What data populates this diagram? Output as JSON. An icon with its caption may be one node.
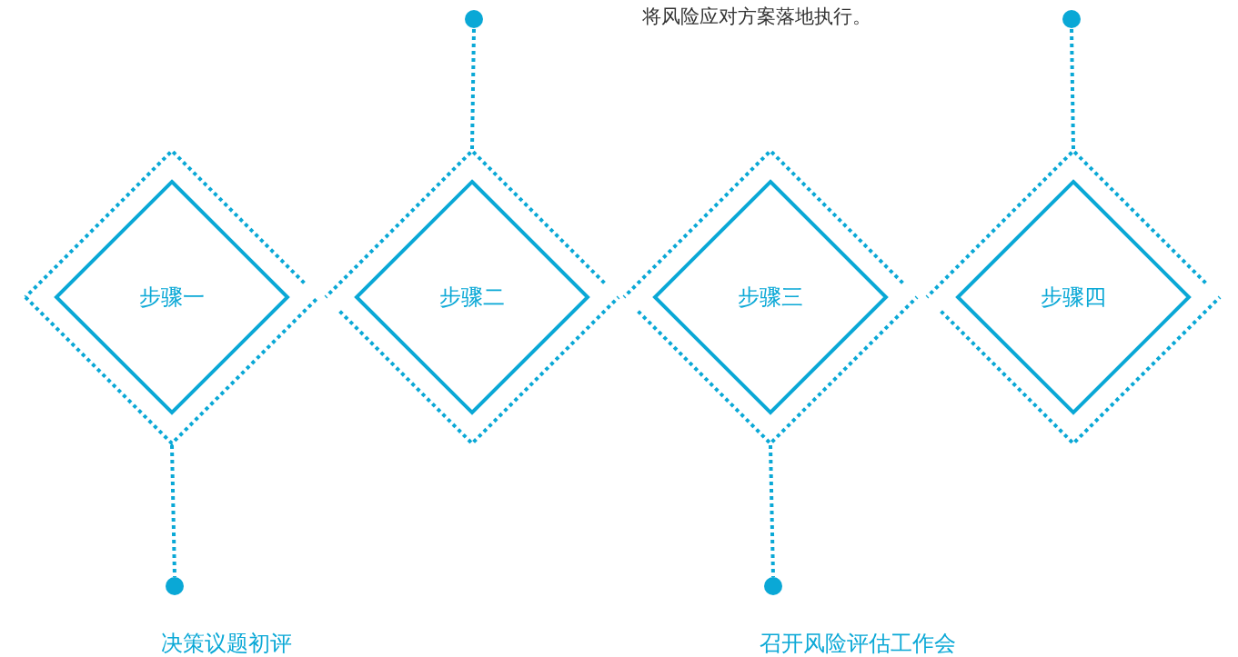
{
  "diagram": {
    "nodes": [
      {
        "text": [
          "步骤一"
        ]
      },
      {
        "text": [
          "步骤二"
        ]
      },
      {
        "text": [
          "步骤三"
        ]
      },
      {
        "text": [
          "步骤四"
        ]
      },
      {
        "text": [],
        "shape": "circle"
      },
      {
        "text": [],
        "shape": "circle"
      },
      {
        "text": [],
        "shape": "circle"
      },
      {
        "text": [],
        "shape": "circle"
      }
    ],
    "edges": [
      {
        "from": 0,
        "to": 4,
        "arrow": "none"
      },
      {
        "from": 1,
        "to": 5,
        "arrow": "none"
      },
      {
        "from": 2,
        "to": 6,
        "arrow": "none"
      },
      {
        "from": 3,
        "to": 7,
        "arrow": "none"
      }
    ],
    "labels": [
      "将风险应对方案落地执行。",
      "决策议题初评",
      "召开风险评估工作会"
    ]
  }
}
